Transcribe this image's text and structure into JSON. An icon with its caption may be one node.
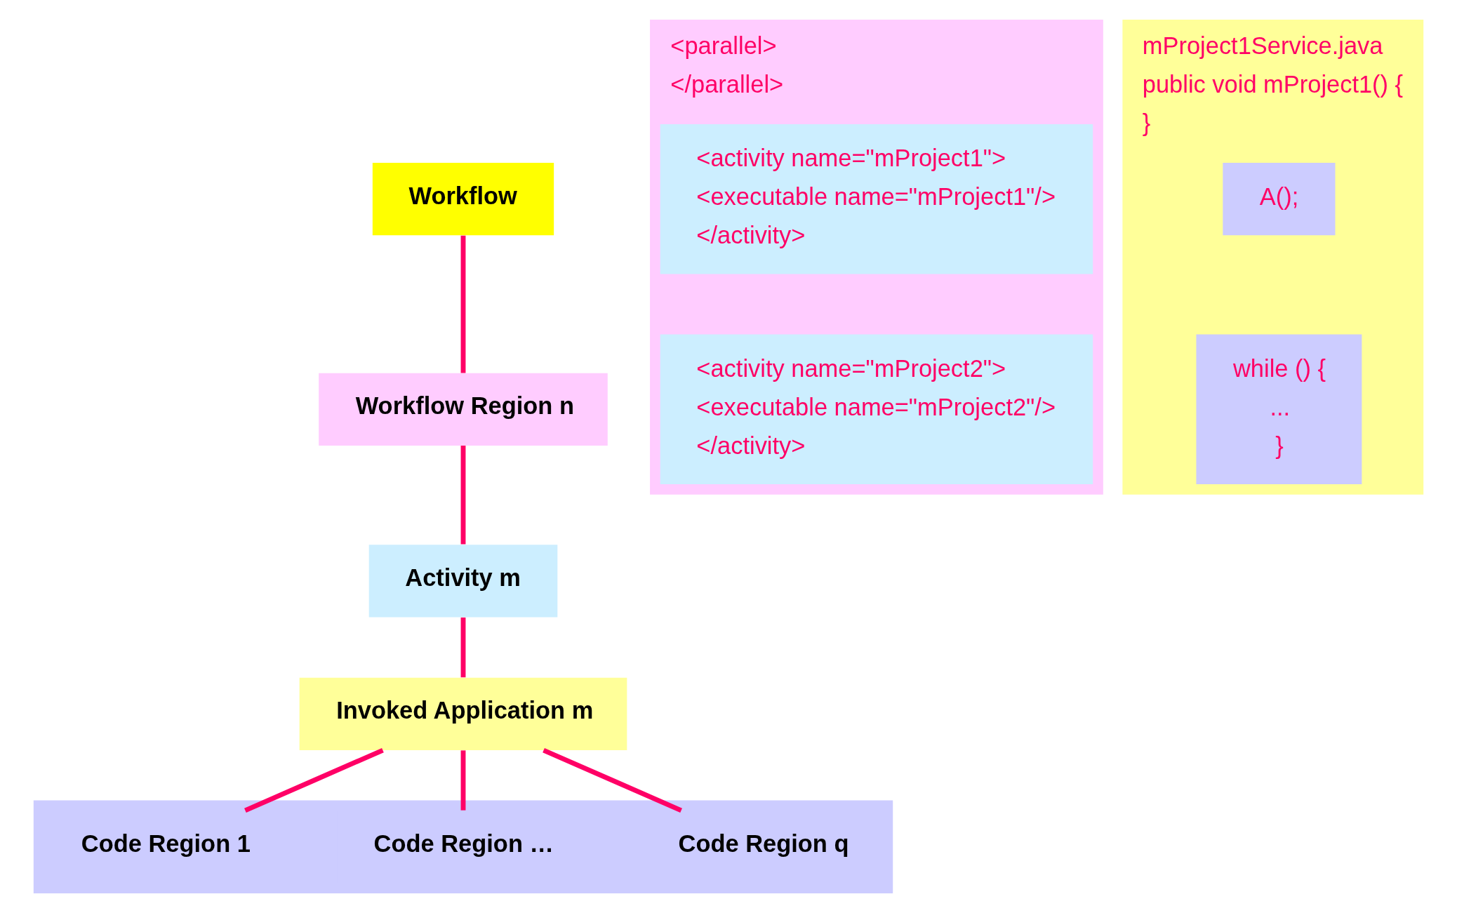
{
  "diagram": {
    "nodes": [
      {
        "text": [
          "Workflow"
        ]
      },
      {
        "text": [
          "Workflow Region n"
        ]
      },
      {
        "text": [
          "Activity m"
        ]
      },
      {
        "text": [
          "Invoked Application m"
        ]
      },
      {
        "text": [],
        "shape": "bar"
      },
      {
        "text": [
          "Code Region 1"
        ],
        "in": 4
      },
      {
        "text": [
          "Code Region …"
        ],
        "in": 4
      },
      {
        "text": [
          "Code Region q"
        ],
        "in": 4
      },
      {
        "text": [
          "<parallel>",
          "</parallel>"
        ]
      },
      {
        "text": [
          "<activity name=\"mProject1\">",
          "<executable name=\"mProject1\"/>",
          "</activity>"
        ],
        "in": 8
      },
      {
        "text": [
          "<activity name=\"mProject2\">",
          "<executable name=\"mProject2\"/>",
          "</activity>"
        ],
        "in": 8
      },
      {
        "text": [
          "mProject1Service.java",
          "public void mProject1() {",
          "}"
        ]
      },
      {
        "text": [
          "A();"
        ],
        "in": 11
      },
      {
        "text": [
          "while () {",
          "...",
          "}"
        ],
        "in": 11
      }
    ],
    "edges": [
      {
        "from": 0,
        "to": 1,
        "arrow": "none"
      },
      {
        "from": 1,
        "to": 2,
        "arrow": "none"
      },
      {
        "from": 2,
        "to": 3,
        "arrow": "none"
      },
      {
        "from": 3,
        "to": 5,
        "arrow": "none"
      },
      {
        "from": 3,
        "to": 6,
        "arrow": "none"
      },
      {
        "from": 3,
        "to": 7,
        "arrow": "none"
      }
    ]
  }
}
